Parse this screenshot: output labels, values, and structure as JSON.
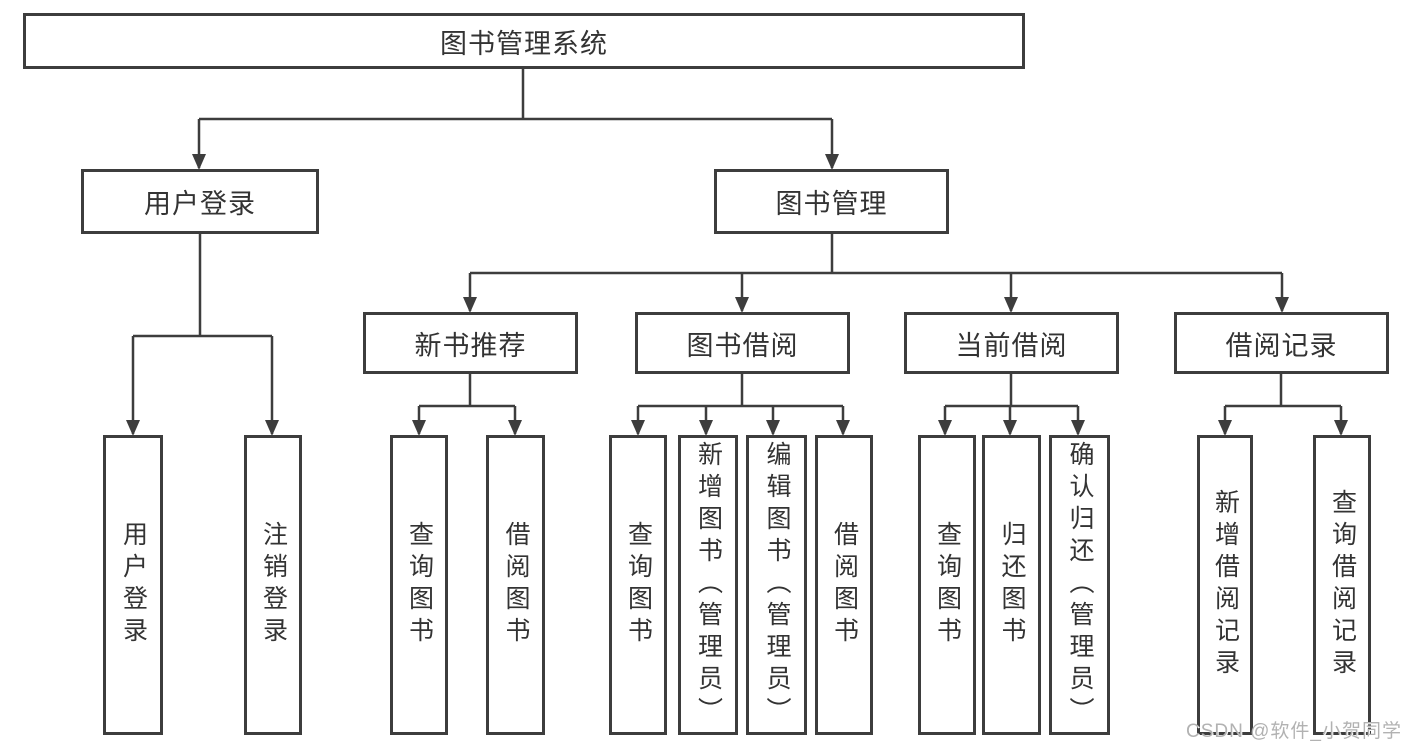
{
  "tree": {
    "label": "图书管理系统",
    "children": [
      {
        "label": "用户登录",
        "children": [
          {
            "label": "用户登录"
          },
          {
            "label": "注销登录"
          }
        ]
      },
      {
        "label": "图书管理",
        "children": [
          {
            "label": "新书推荐",
            "children": [
              {
                "label": "查询图书"
              },
              {
                "label": "借阅图书"
              }
            ]
          },
          {
            "label": "图书借阅",
            "children": [
              {
                "label": "查询图书"
              },
              {
                "label": "新增图书（管理员）"
              },
              {
                "label": "编辑图书（管理员）"
              },
              {
                "label": "借阅图书"
              }
            ]
          },
          {
            "label": "当前借阅",
            "children": [
              {
                "label": "查询图书"
              },
              {
                "label": "归还图书"
              },
              {
                "label": "确认归还（管理员）"
              }
            ]
          },
          {
            "label": "借阅记录",
            "children": [
              {
                "label": "新增借阅记录"
              },
              {
                "label": "查询借阅记录"
              }
            ]
          }
        ]
      }
    ]
  },
  "watermark": "CSDN @软件_小贺同学",
  "colors": {
    "line": "#3d3d3d",
    "text": "#333333",
    "watermark": "#b2b2b2",
    "background": "#ffffff"
  }
}
